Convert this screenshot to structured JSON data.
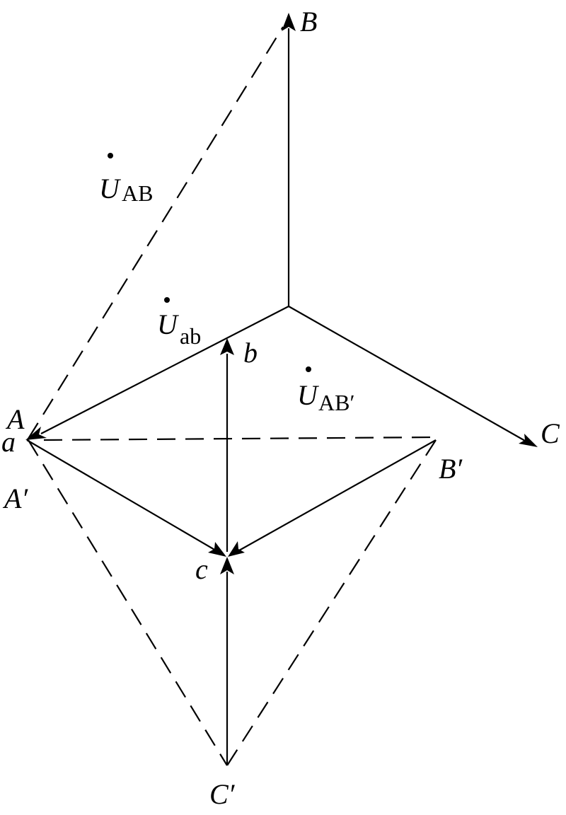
{
  "labels": {
    "B": "B",
    "C": "C",
    "A": "A",
    "a": "a",
    "A_prime": "A′",
    "b": "b",
    "c": "c",
    "B_prime": "B′",
    "C_prime": "C′"
  },
  "phasors": {
    "U_AB": {
      "symbol": "U",
      "subscript": "AB"
    },
    "U_ab": {
      "symbol": "U",
      "subscript": "ab"
    },
    "U_ABp": {
      "symbol": "U",
      "subscript": "AB′"
    }
  }
}
